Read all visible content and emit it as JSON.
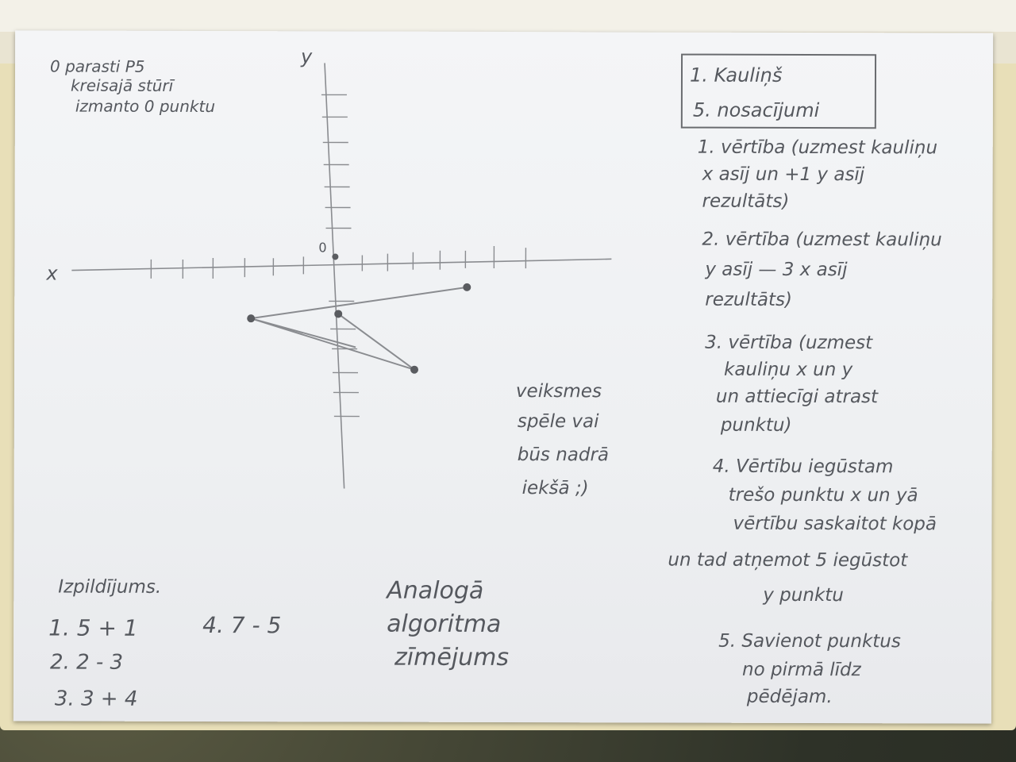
{
  "note_top_left": [
    "0 parasti P5",
    "kreisajā stūrī",
    "izmanto 0 punktu"
  ],
  "axis_labels": {
    "y": "y",
    "x": "x",
    "origin": "0"
  },
  "box": {
    "line1": "1. Kauliņš",
    "line2": "5. nosacījumi"
  },
  "conditions": [
    [
      "1. vērtība (uzmest kauliņu",
      "x asīj un +1 y asīj",
      "rezultāts)"
    ],
    [
      "2. vērtība (uzmest kauliņu",
      "y asīj — 3 x asīj",
      "rezultāts)"
    ],
    [
      "3. vērtība (uzmest",
      "kauliņu x un y",
      "un attiecīgi atrast",
      "punktu)"
    ],
    [
      "4. Vērtību iegūstam",
      "trešo punktu x un yā",
      "vērtību saskaitot kopā",
      "un tad atņemot 5 iegūstot",
      "y punktu"
    ],
    [
      "5. Savienot punktus",
      "no pirmā līdz",
      "pēdējam."
    ]
  ],
  "middle_note": [
    "veiksmes",
    "spēle vai",
    "būs nadrā",
    "iekšā ;)"
  ],
  "execution": {
    "title": "Izpildījums.",
    "lines": [
      "1. 5 + 1",
      "4. 7 - 5",
      "2. 2 - 3",
      "3. 3 + 4"
    ]
  },
  "caption": [
    "Analogā",
    "algoritma",
    "zīmējums"
  ]
}
